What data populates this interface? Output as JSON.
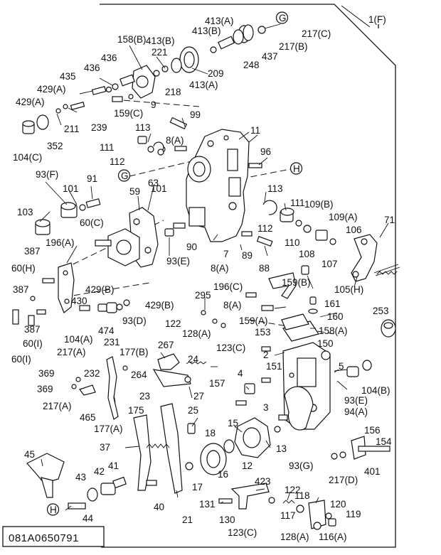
{
  "drawing": {
    "number": "081A0650791",
    "assembly_label": "1(F)"
  },
  "labels": [
    "413(A)",
    "G",
    "413(B)",
    "217(C)",
    "158(B)",
    "413(B)",
    "217(B)",
    "437",
    "221",
    "248",
    "436",
    "436",
    "209",
    "435",
    "413(A)",
    "218",
    "429(A)",
    "9",
    "429(A)",
    "159(C)",
    "211",
    "239",
    "352",
    "104(C)",
    "99",
    "113",
    "11",
    "8(A)",
    "111",
    "96",
    "112",
    "G",
    "H",
    "93(F)",
    "91",
    "101",
    "101",
    "59",
    "63",
    "113",
    "103",
    "111",
    "109(B)",
    "109(A)",
    "60(C)",
    "112",
    "71",
    "106",
    "196(A)",
    "90",
    "110",
    "108",
    "107",
    "387",
    "93(E)",
    "7",
    "89",
    "88",
    "60(H)",
    "8(A)",
    "105(H)",
    "159(B)",
    "196(C)",
    "387",
    "429(B)",
    "295",
    "430",
    "429(B)",
    "161",
    "160",
    "8(A)",
    "159(A)",
    "253",
    "93(D)",
    "122",
    "387",
    "128(A)",
    "153",
    "474",
    "158(A)",
    "60(I)",
    "104(A)",
    "123(C)",
    "231",
    "150",
    "217(A)",
    "177(B)",
    "267",
    "60(I)",
    "2",
    "24",
    "151",
    "5",
    "369",
    "232",
    "264",
    "4",
    "104(B)",
    "369",
    "157",
    "27",
    "23",
    "93(E)",
    "217(A)",
    "175",
    "94(A)",
    "3",
    "465",
    "25",
    "15",
    "177(A)",
    "156",
    "18",
    "13",
    "154",
    "37",
    "45",
    "12",
    "93(G)",
    "16",
    "217(D)",
    "401",
    "43",
    "42",
    "41",
    "17",
    "423",
    "122",
    "118",
    "40",
    "120",
    "131",
    "117",
    "119",
    "130",
    "H",
    "44",
    "21",
    "123(C)",
    "128(A)",
    "116(A)"
  ]
}
